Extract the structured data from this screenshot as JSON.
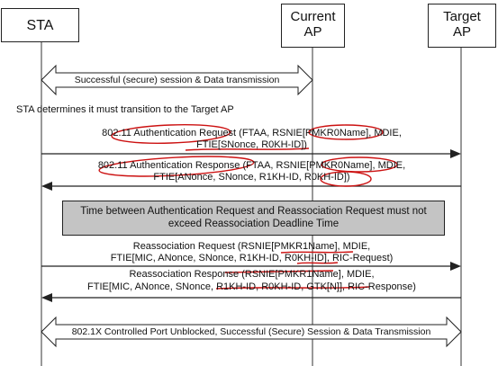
{
  "nodes": {
    "sta": "STA",
    "current_ap": [
      "Current",
      "AP"
    ],
    "target_ap": [
      "Target",
      "AP"
    ]
  },
  "messages": {
    "session_top": "Successful (secure) session & Data transmission",
    "sta_determines": "STA determines it must transition to the Target AP",
    "auth_req_1": "802.11 Authentication Request (FTAA,  RSNIE[PMKR0Name], MDIE,",
    "auth_req_2": "FTIE[SNonce, R0KH-ID])",
    "auth_resp_1": "802.11 Authentication Response (FTAA, RSNIE[PMKR0Name], MDIE,",
    "auth_resp_2": "FTIE[ANonce, SNonce, R1KH-ID, R0KH-ID])",
    "deadline_1": "Time between Authentication Request and Reassociation Request must not",
    "deadline_2": "exceed Reassociation Deadline Time",
    "reassoc_req_1": "Reassociation Request (RSNIE[PMKR1Name], MDIE,",
    "reassoc_req_2": "FTIE[MIC, ANonce, SNonce, R1KH-ID, R0KH-ID], RIC-Request)",
    "reassoc_resp_1": "Reassociation Response (RSNIE[PMKR1Name], MDIE,",
    "reassoc_resp_2": "FTIE[MIC, ANonce, SNonce, R1KH-ID, R0KH-ID, GTK[N]], RIC-Response)",
    "session_bottom": "802.1X Controlled Port Unblocked, Successful (Secure) Session & Data Transmission"
  },
  "colors": {
    "line": "#222222",
    "note_fill": "#c4c4c4",
    "annotation": "#cc1111"
  }
}
